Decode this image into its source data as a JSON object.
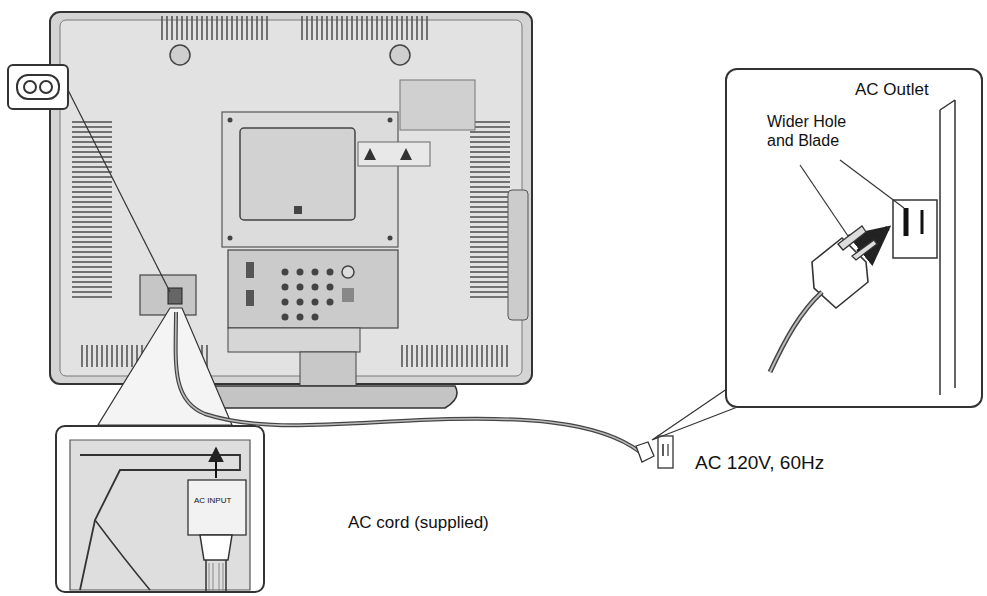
{
  "diagram": {
    "nodes": [
      {
        "text": [
          "AC Outlet",
          "Wider Hole and Blade"
        ]
      },
      {
        "text": [
          "AC INPUT"
        ]
      }
    ],
    "labels": [
      "AC 120V, 60Hz",
      "AC cord (supplied)"
    ]
  }
}
